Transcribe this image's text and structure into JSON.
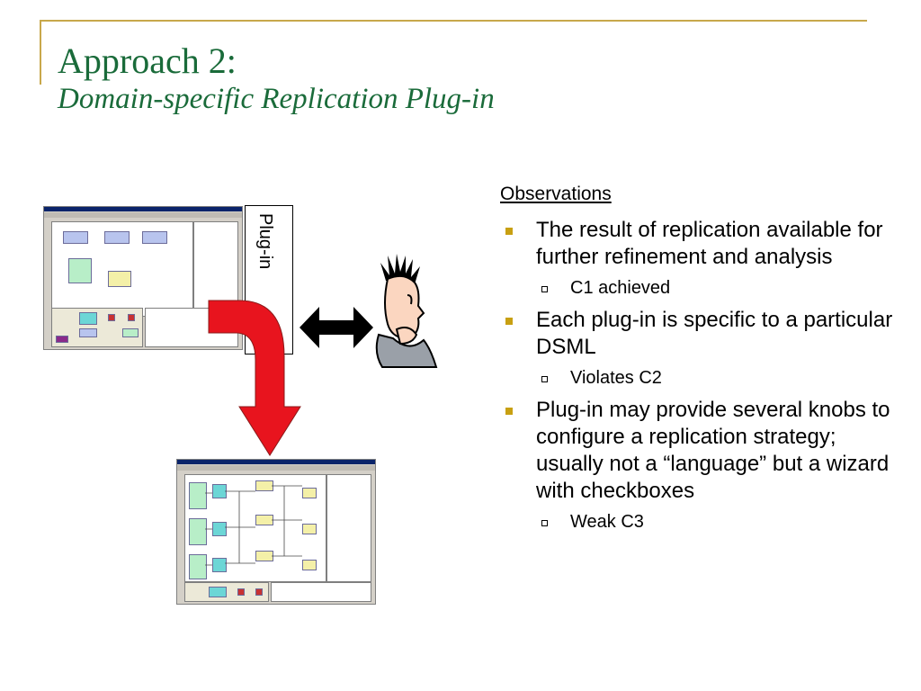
{
  "slide": {
    "title_line1": "Approach 2:",
    "title_line2": "Domain-specific Replication Plug-in"
  },
  "plugin_label": "Plug-in",
  "observations": {
    "heading": "Observations",
    "items": [
      {
        "text": "The result of replication available for further refinement and analysis",
        "sub": "C1 achieved"
      },
      {
        "text": "Each plug-in is specific to a particular DSML",
        "sub": "Violates C2"
      },
      {
        "text": "Plug-in may provide several knobs to configure a replication strategy; usually not a “language” but a wizard with checkboxes",
        "sub": "Weak C3"
      }
    ]
  },
  "colors": {
    "title": "#1a6b3a",
    "frame": "#c8a84b",
    "bullet": "#c8a012",
    "arrow_red": "#e8141e"
  }
}
